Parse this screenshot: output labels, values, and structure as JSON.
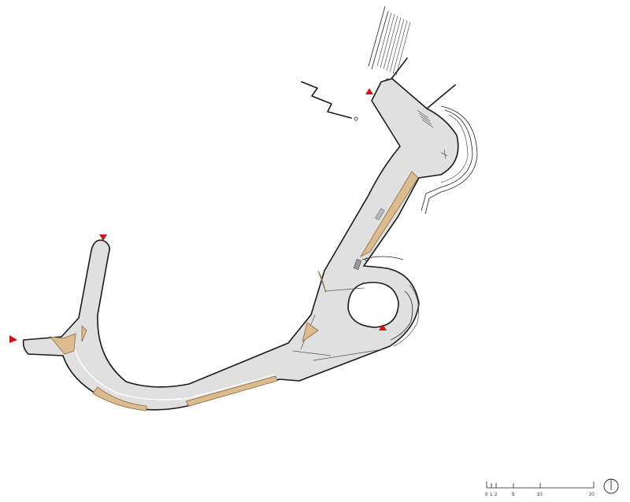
{
  "drawing": {
    "colors": {
      "paved": "#e0e0e0",
      "planting": "#dcbc8f",
      "outline": "#1a1a1a",
      "entry_marker": "#d41414"
    }
  },
  "entry_markers": [
    {
      "id": "west"
    },
    {
      "id": "north-branch"
    },
    {
      "id": "top-stairs"
    },
    {
      "id": "loop"
    }
  ],
  "scale_bar": {
    "ticks": [
      "0",
      "1",
      "2",
      "5",
      "10",
      "20"
    ]
  },
  "north_arrow": {
    "icon": "north-arrow-icon"
  }
}
